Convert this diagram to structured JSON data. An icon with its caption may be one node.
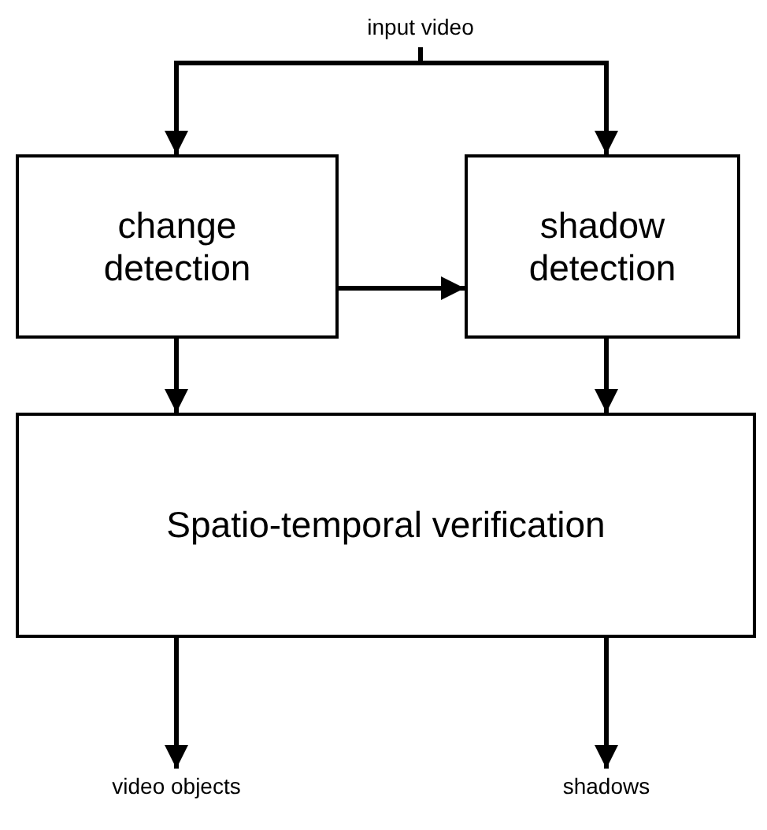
{
  "diagram": {
    "nodes": [
      {
        "text": [
          "input video"
        ]
      },
      {
        "text": [
          "change detection"
        ]
      },
      {
        "text": [
          "shadow detection"
        ]
      },
      {
        "text": [
          "Spatio-temporal verification"
        ]
      },
      {
        "text": [
          "video objects"
        ]
      },
      {
        "text": [
          "shadows"
        ]
      }
    ],
    "edges": [
      {
        "from": 0,
        "to": 1,
        "arrow": "to"
      },
      {
        "from": 0,
        "to": 2,
        "arrow": "to"
      },
      {
        "from": 1,
        "to": 2,
        "arrow": "to"
      },
      {
        "from": 1,
        "to": 3,
        "arrow": "to"
      },
      {
        "from": 2,
        "to": 3,
        "arrow": "to"
      },
      {
        "from": 3,
        "to": 4,
        "arrow": "to"
      },
      {
        "from": 3,
        "to": 5,
        "arrow": "to"
      }
    ]
  }
}
